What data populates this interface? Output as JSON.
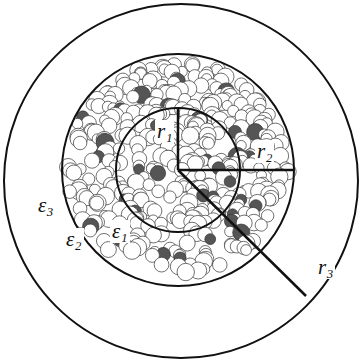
{
  "diagram": {
    "labels": [
      "r₁",
      "r₂",
      "r₃",
      "ε₁",
      "ε₂",
      "ε₃"
    ]
  }
}
